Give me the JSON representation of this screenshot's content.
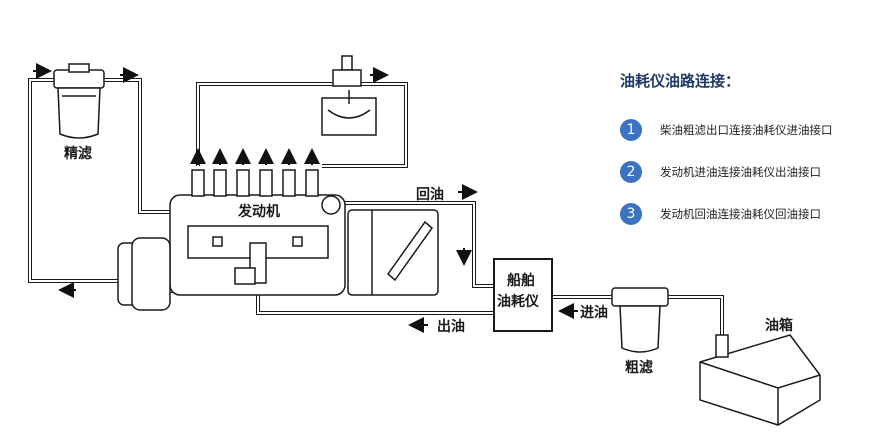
{
  "labels": {
    "fine_filter": "精滤",
    "engine": "发动机",
    "return_oil": "回油",
    "meter_line1": "船舶",
    "meter_line2": "油耗仪",
    "outlet_oil": "出油",
    "inlet_oil": "进油",
    "coarse_filter": "粗滤",
    "fuel_tank": "油箱"
  },
  "legend": {
    "title": "油耗仪油路连接：",
    "items": [
      {
        "number": "1",
        "text": "柴油粗滤出口连接油耗仪进油接口"
      },
      {
        "number": "2",
        "text": "发动机进油连接油耗仪出油接口"
      },
      {
        "number": "3",
        "text": "发动机回油连接油耗仪回油接口"
      }
    ]
  },
  "colors": {
    "badge": "#3c72c2",
    "legend_title": "#1f3864",
    "line": "#1a1a1a"
  }
}
